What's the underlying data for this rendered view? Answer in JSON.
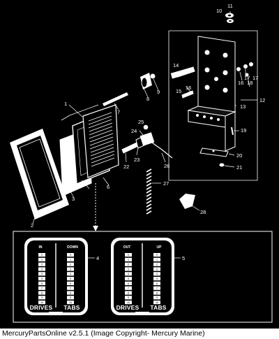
{
  "callouts": [
    "1",
    "2",
    "3",
    "4",
    "5",
    "6",
    "7",
    "8",
    "9",
    "10",
    "11",
    "12",
    "13",
    "14",
    "15",
    "16",
    "16",
    "17",
    "17",
    "18",
    "19",
    "20",
    "21",
    "22",
    "23",
    "24",
    "25",
    "26",
    "27",
    "28"
  ],
  "gauge_left": {
    "top_left": "IN",
    "top_right": "DOWN",
    "bottom_left": "DRIVES",
    "bottom_right": "TABS",
    "scale": [
      "0",
      "1",
      "2",
      "3",
      "4",
      "5",
      "6",
      "7",
      "8",
      "9",
      "10"
    ]
  },
  "gauge_right": {
    "top_left": "OUT",
    "top_right": "UP",
    "bottom_left": "DRIVES",
    "bottom_right": "TABS",
    "scale": [
      "0",
      "1",
      "2",
      "3",
      "4",
      "5",
      "6",
      "7",
      "8",
      "9",
      "10"
    ]
  },
  "caption": "MercuryPartsOnline v2.5.1 (Image Copyright- Mercury Marine)"
}
